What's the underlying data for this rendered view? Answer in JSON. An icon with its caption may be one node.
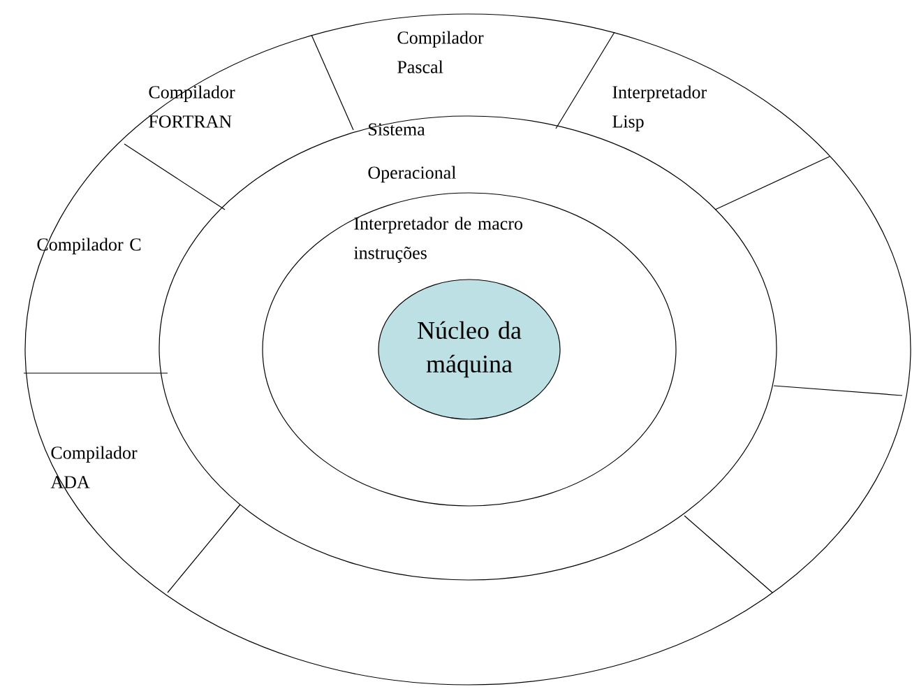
{
  "diagram": {
    "nodes": [
      {
        "text": [
          "Compilador Pascal",
          "Compilador FORTRAN",
          "Interpretador Lisp",
          "Compilador C",
          "Compilador ADA"
        ]
      },
      {
        "text": [
          "Sistema Operacional"
        ],
        "in": 0
      },
      {
        "text": [
          "Interpretador de macro instruções"
        ],
        "in": 1
      },
      {
        "text": [
          "Núcleo da máquina"
        ],
        "in": 2
      }
    ],
    "edges": []
  }
}
